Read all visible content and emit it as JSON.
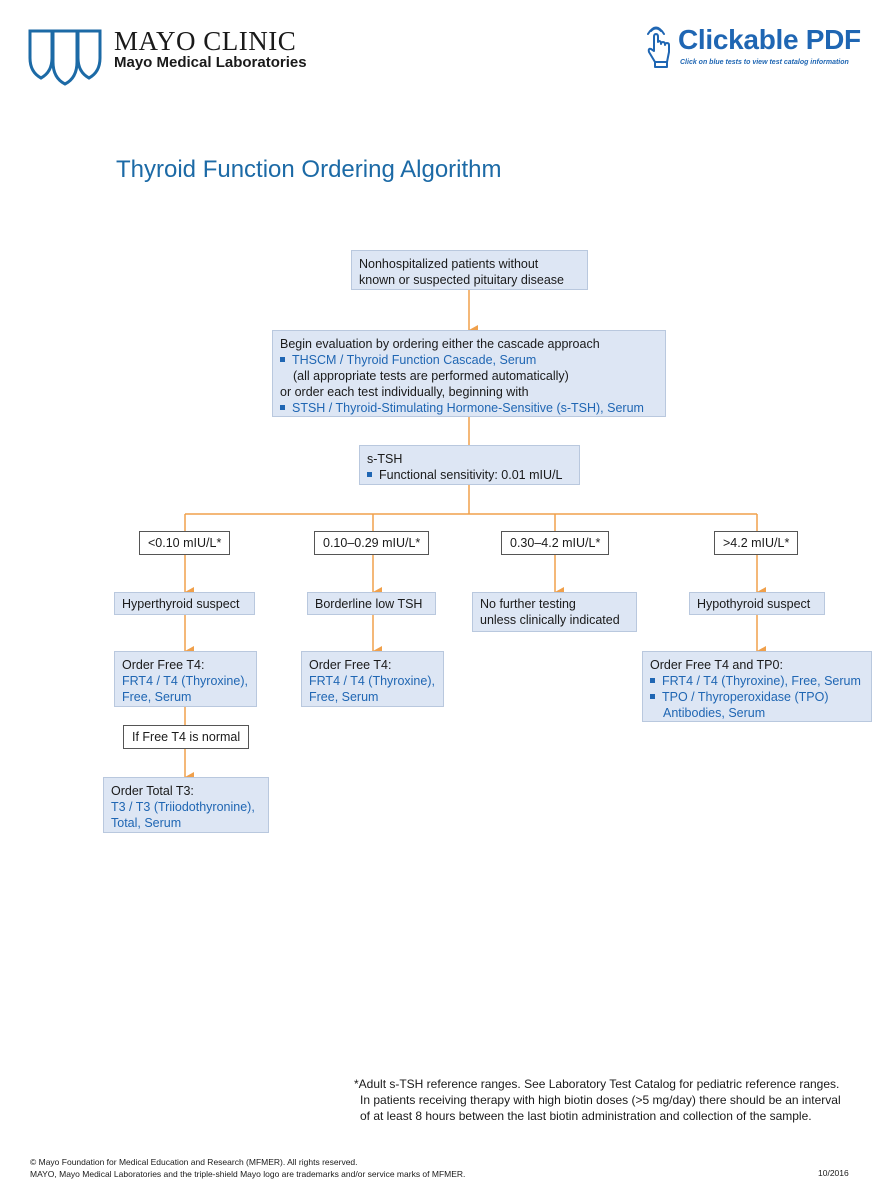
{
  "header": {
    "brand_name": "MAYO CLINIC",
    "brand_sub": "Mayo Medical Laboratories",
    "clickable_title": "Clickable PDF",
    "clickable_sub": "Click on blue tests to view test catalog information",
    "brand_color": "#1c6aa6",
    "link_color": "#1f66b3"
  },
  "title": "Thyroid Function Ordering Algorithm",
  "nodes": {
    "start": {
      "lines": [
        "Nonhospitalized patients without",
        "known or suspected pituitary disease"
      ]
    },
    "begin": {
      "line1": "Begin evaluation by ordering either the cascade approach",
      "link1": "THSCM / Thyroid Function Cascade, Serum",
      "line2": "(all appropriate tests are performed automatically)",
      "line3": "or order each test individually, beginning with",
      "link2": "STSH / Thyroid-Stimulating Hormone-Sensitive (s-TSH), Serum"
    },
    "stsh": {
      "title": "s-TSH",
      "bullet": "Functional sensitivity: 0.01 mIU/L"
    },
    "ranges": [
      "<0.10 mIU/L*",
      "0.10–0.29 mIU/L*",
      "0.30–4.2 mIU/L*",
      ">4.2 mIU/L*"
    ],
    "hyper": "Hyperthyroid suspect",
    "borderline": "Borderline low TSH",
    "nofurther": [
      "No further testing",
      "unless clinically indicated"
    ],
    "hypo": "Hypothyroid suspect",
    "order_t4_a": {
      "title": "Order Free T4:",
      "link_lines": [
        "FRT4 / T4 (Thyroxine),",
        "Free, Serum"
      ]
    },
    "order_t4_b": {
      "title": "Order Free T4:",
      "link_lines": [
        "FRT4 / T4 (Thyroxine),",
        "Free, Serum"
      ]
    },
    "if_normal": "If Free T4 is normal",
    "order_t3": {
      "title": "Order Total T3:",
      "link_lines": [
        "T3 / T3 (Triiodothyronine),",
        "Total, Serum"
      ]
    },
    "order_t4_tpo": {
      "title": "Order Free T4 and TP0:",
      "link1": "FRT4 / T4 (Thyroxine), Free, Serum",
      "link2_lines": [
        "TPO / Thyroperoxidase (TPO)",
        "Antibodies, Serum"
      ]
    }
  },
  "footnote": {
    "lines": [
      "*Adult s-TSH reference ranges. See Laboratory Test Catalog for pediatric reference ranges.",
      "In patients receiving therapy with high biotin doses (>5 mg/day) there should be an interval",
      "of at least 8 hours between the last biotin administration and collection of  the sample."
    ]
  },
  "footer": {
    "copyright_lines": [
      "© Mayo Foundation for Medical Education and Research (MFMER). All rights reserved.",
      "MAYO, Mayo Medical Laboratories and the triple-shield Mayo logo are trademarks and/or service marks of MFMER."
    ],
    "date_code": "10/2016"
  },
  "colors": {
    "connector": "#f0a04b",
    "box_fill": "#dde6f4",
    "box_border": "#b9c8de"
  }
}
